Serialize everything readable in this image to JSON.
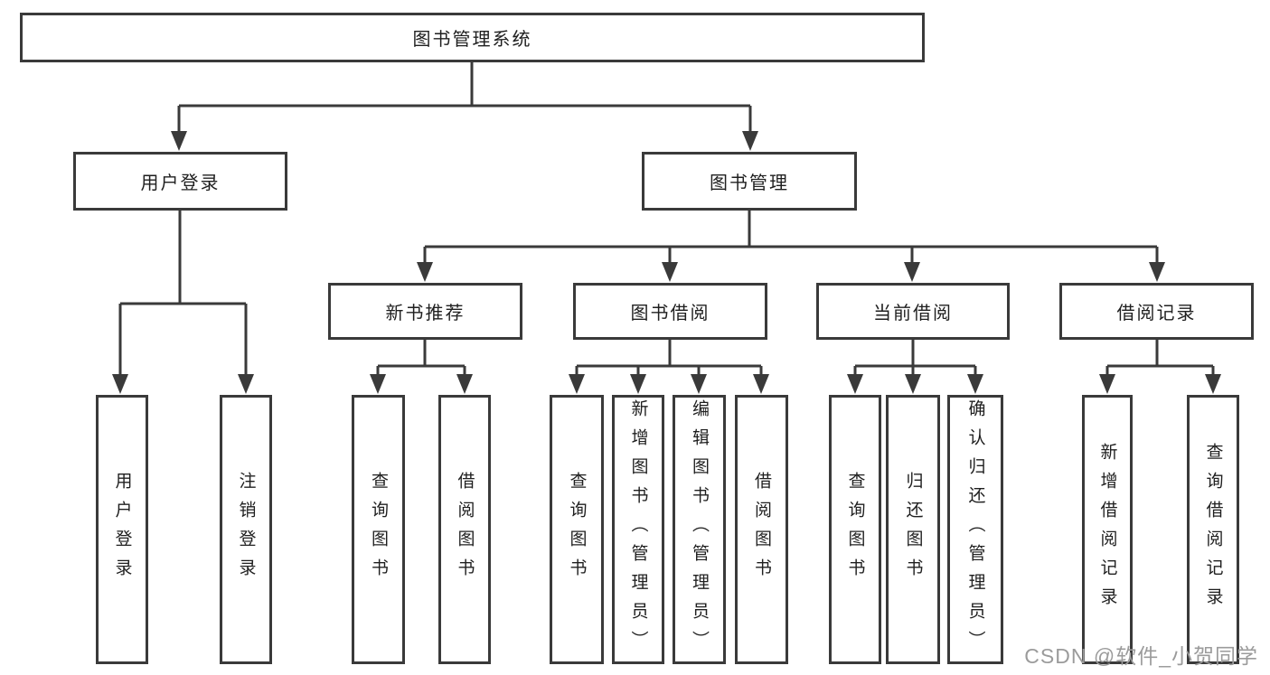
{
  "tree": {
    "root": {
      "label": "图书管理系统"
    },
    "branches": [
      {
        "label": "用户登录",
        "children": [
          {
            "label": "用户登录"
          },
          {
            "label": "注销登录"
          }
        ]
      },
      {
        "label": "图书管理",
        "modules": [
          {
            "label": "新书推荐",
            "children": [
              {
                "label": "查询图书"
              },
              {
                "label": "借阅图书"
              }
            ]
          },
          {
            "label": "图书借阅",
            "children": [
              {
                "label": "查询图书"
              },
              {
                "label": "新增图书（管理员）"
              },
              {
                "label": "编辑图书（管理员）"
              },
              {
                "label": "借阅图书"
              }
            ]
          },
          {
            "label": "当前借阅",
            "children": [
              {
                "label": "查询图书"
              },
              {
                "label": "归还图书"
              },
              {
                "label": "确认归还（管理员）"
              }
            ]
          },
          {
            "label": "借阅记录",
            "children": [
              {
                "label": "新增借阅记录"
              },
              {
                "label": "查询借阅记录"
              }
            ]
          }
        ]
      }
    ]
  },
  "watermark": {
    "text": "CSDN @软件_小贺同学"
  },
  "colors": {
    "line": "#3a3a3a",
    "box_border": "#3a3a3a",
    "text": "#1f1f1f",
    "watermark": "#9b9b9b",
    "background": "#ffffff"
  }
}
